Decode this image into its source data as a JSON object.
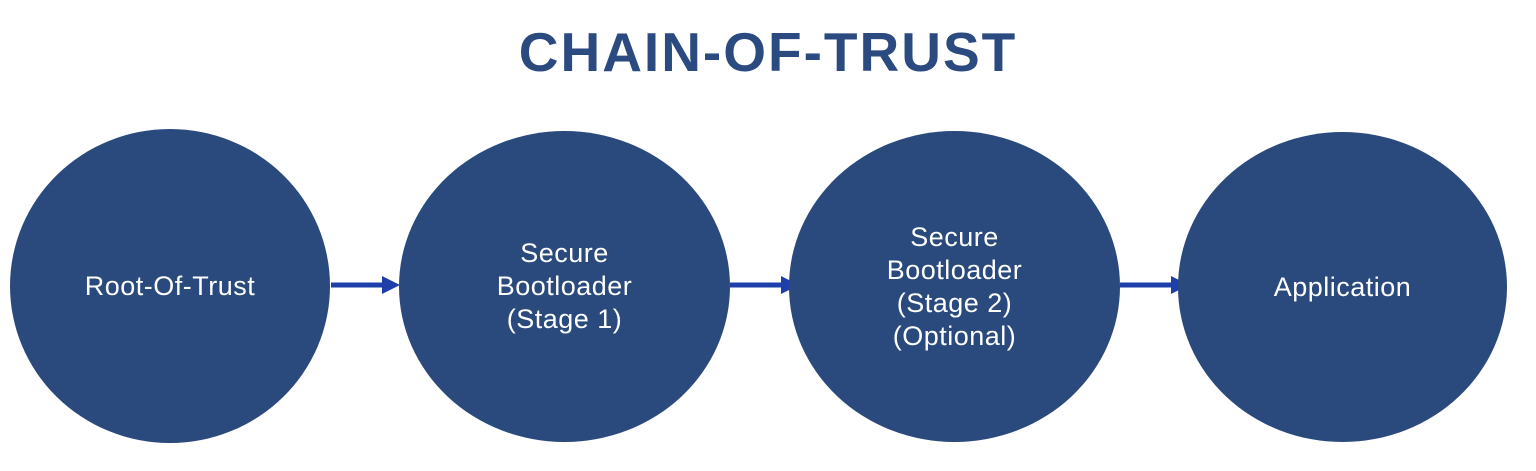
{
  "title": "CHAIN-OF-TRUST",
  "colors": {
    "background": "#ffffff",
    "title": "#2a4a80",
    "node_fill": "#2a4a7d",
    "node_text": "#ffffff",
    "arrow": "#1e3fa9"
  },
  "nodes": [
    {
      "label": "Root-Of-Trust",
      "lines": [
        "Root-Of-Trust"
      ]
    },
    {
      "label": "Secure Bootloader (Stage 1)",
      "lines": [
        "Secure",
        "Bootloader",
        "(Stage 1)"
      ]
    },
    {
      "label": "Secure Bootloader (Stage 2) (Optional)",
      "lines": [
        "Secure",
        "Bootloader",
        "(Stage 2)",
        "(Optional)"
      ]
    },
    {
      "label": "Application",
      "lines": [
        "Application"
      ]
    }
  ],
  "connections": [
    {
      "from": "Root-Of-Trust",
      "to": "Secure Bootloader (Stage 1)"
    },
    {
      "from": "Secure Bootloader (Stage 1)",
      "to": "Secure Bootloader (Stage 2)"
    },
    {
      "from": "Secure Bootloader (Stage 2)",
      "to": "Application"
    }
  ]
}
